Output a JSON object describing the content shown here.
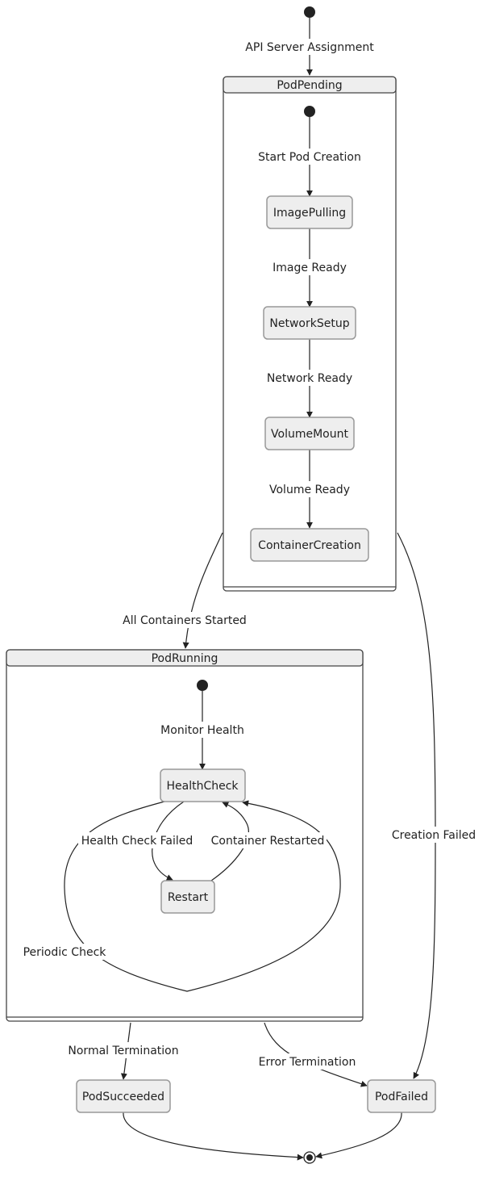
{
  "composites": {
    "pending": {
      "title": "PodPending"
    },
    "running": {
      "title": "PodRunning"
    }
  },
  "states": {
    "imagePulling": "ImagePulling",
    "networkSetup": "NetworkSetup",
    "volumeMount": "VolumeMount",
    "containerCreation": "ContainerCreation",
    "healthCheck": "HealthCheck",
    "restart": "Restart",
    "podSucceeded": "PodSucceeded",
    "podFailed": "PodFailed"
  },
  "transitions": {
    "apiServerAssignment": "API Server Assignment",
    "startPodCreation": "Start Pod Creation",
    "imageReady": "Image Ready",
    "networkReady": "Network Ready",
    "volumeReady": "Volume Ready",
    "allContainersStarted": "All Containers Started",
    "creationFailed": "Creation Failed",
    "monitorHealth": "Monitor Health",
    "healthCheckFailed": "Health Check Failed",
    "containerRestarted": "Container Restarted",
    "periodicCheck": "Periodic Check",
    "normalTermination": "Normal Termination",
    "errorTermination": "Error Termination"
  },
  "colors": {
    "stateFill": "#eeeeee",
    "stateStroke": "#999999",
    "line": "#222222"
  }
}
